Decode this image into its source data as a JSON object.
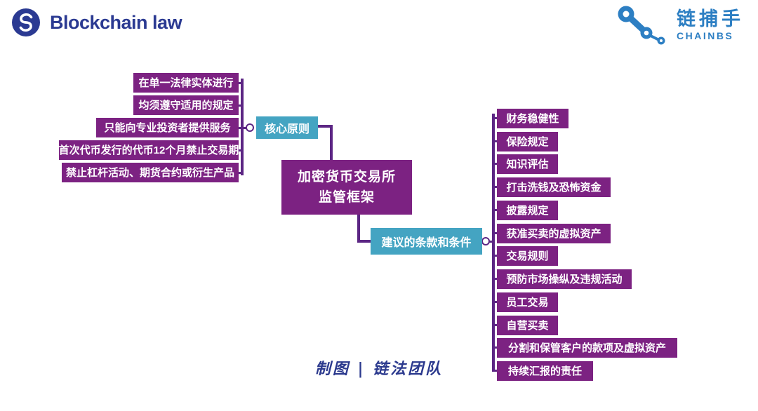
{
  "header": {
    "left_logo": {
      "text": "Blockchain law",
      "icon": "blockchain-law-mark",
      "color": "#2b3a92"
    },
    "right_logo": {
      "cn": "链捕手",
      "en": "CHAINBS",
      "icon": "chain-links-mark",
      "color": "#2d7fc3"
    }
  },
  "mindmap": {
    "root": {
      "line1": "加密货币交易所",
      "line2": "监管框架"
    },
    "left_branch": {
      "label": "核心原则",
      "items": [
        "在单一法律实体进行",
        "均须遵守适用的规定",
        "只能向专业投资者提供服务",
        "首次代币发行的代币12个月禁止交易期",
        "禁止杠杆活动、期货合约或衍生产品"
      ]
    },
    "right_branch": {
      "label": "建议的条款和条件",
      "items": [
        "财务稳健性",
        "保险规定",
        "知识评估",
        "打击洗钱及恐怖资金",
        "披露规定",
        "获准买卖的虚拟资产",
        "交易规则",
        "预防市场操纵及违规活动",
        "员工交易",
        "自营买卖",
        "分割和保管客户的款项及虚拟资产",
        "持续汇报的责任"
      ]
    },
    "colors": {
      "node_purple": "#7c2282",
      "branch_teal": "#44a4c2",
      "connector_purple": "#5c2684"
    }
  },
  "footer": {
    "credit": "制图 | 链法团队"
  }
}
